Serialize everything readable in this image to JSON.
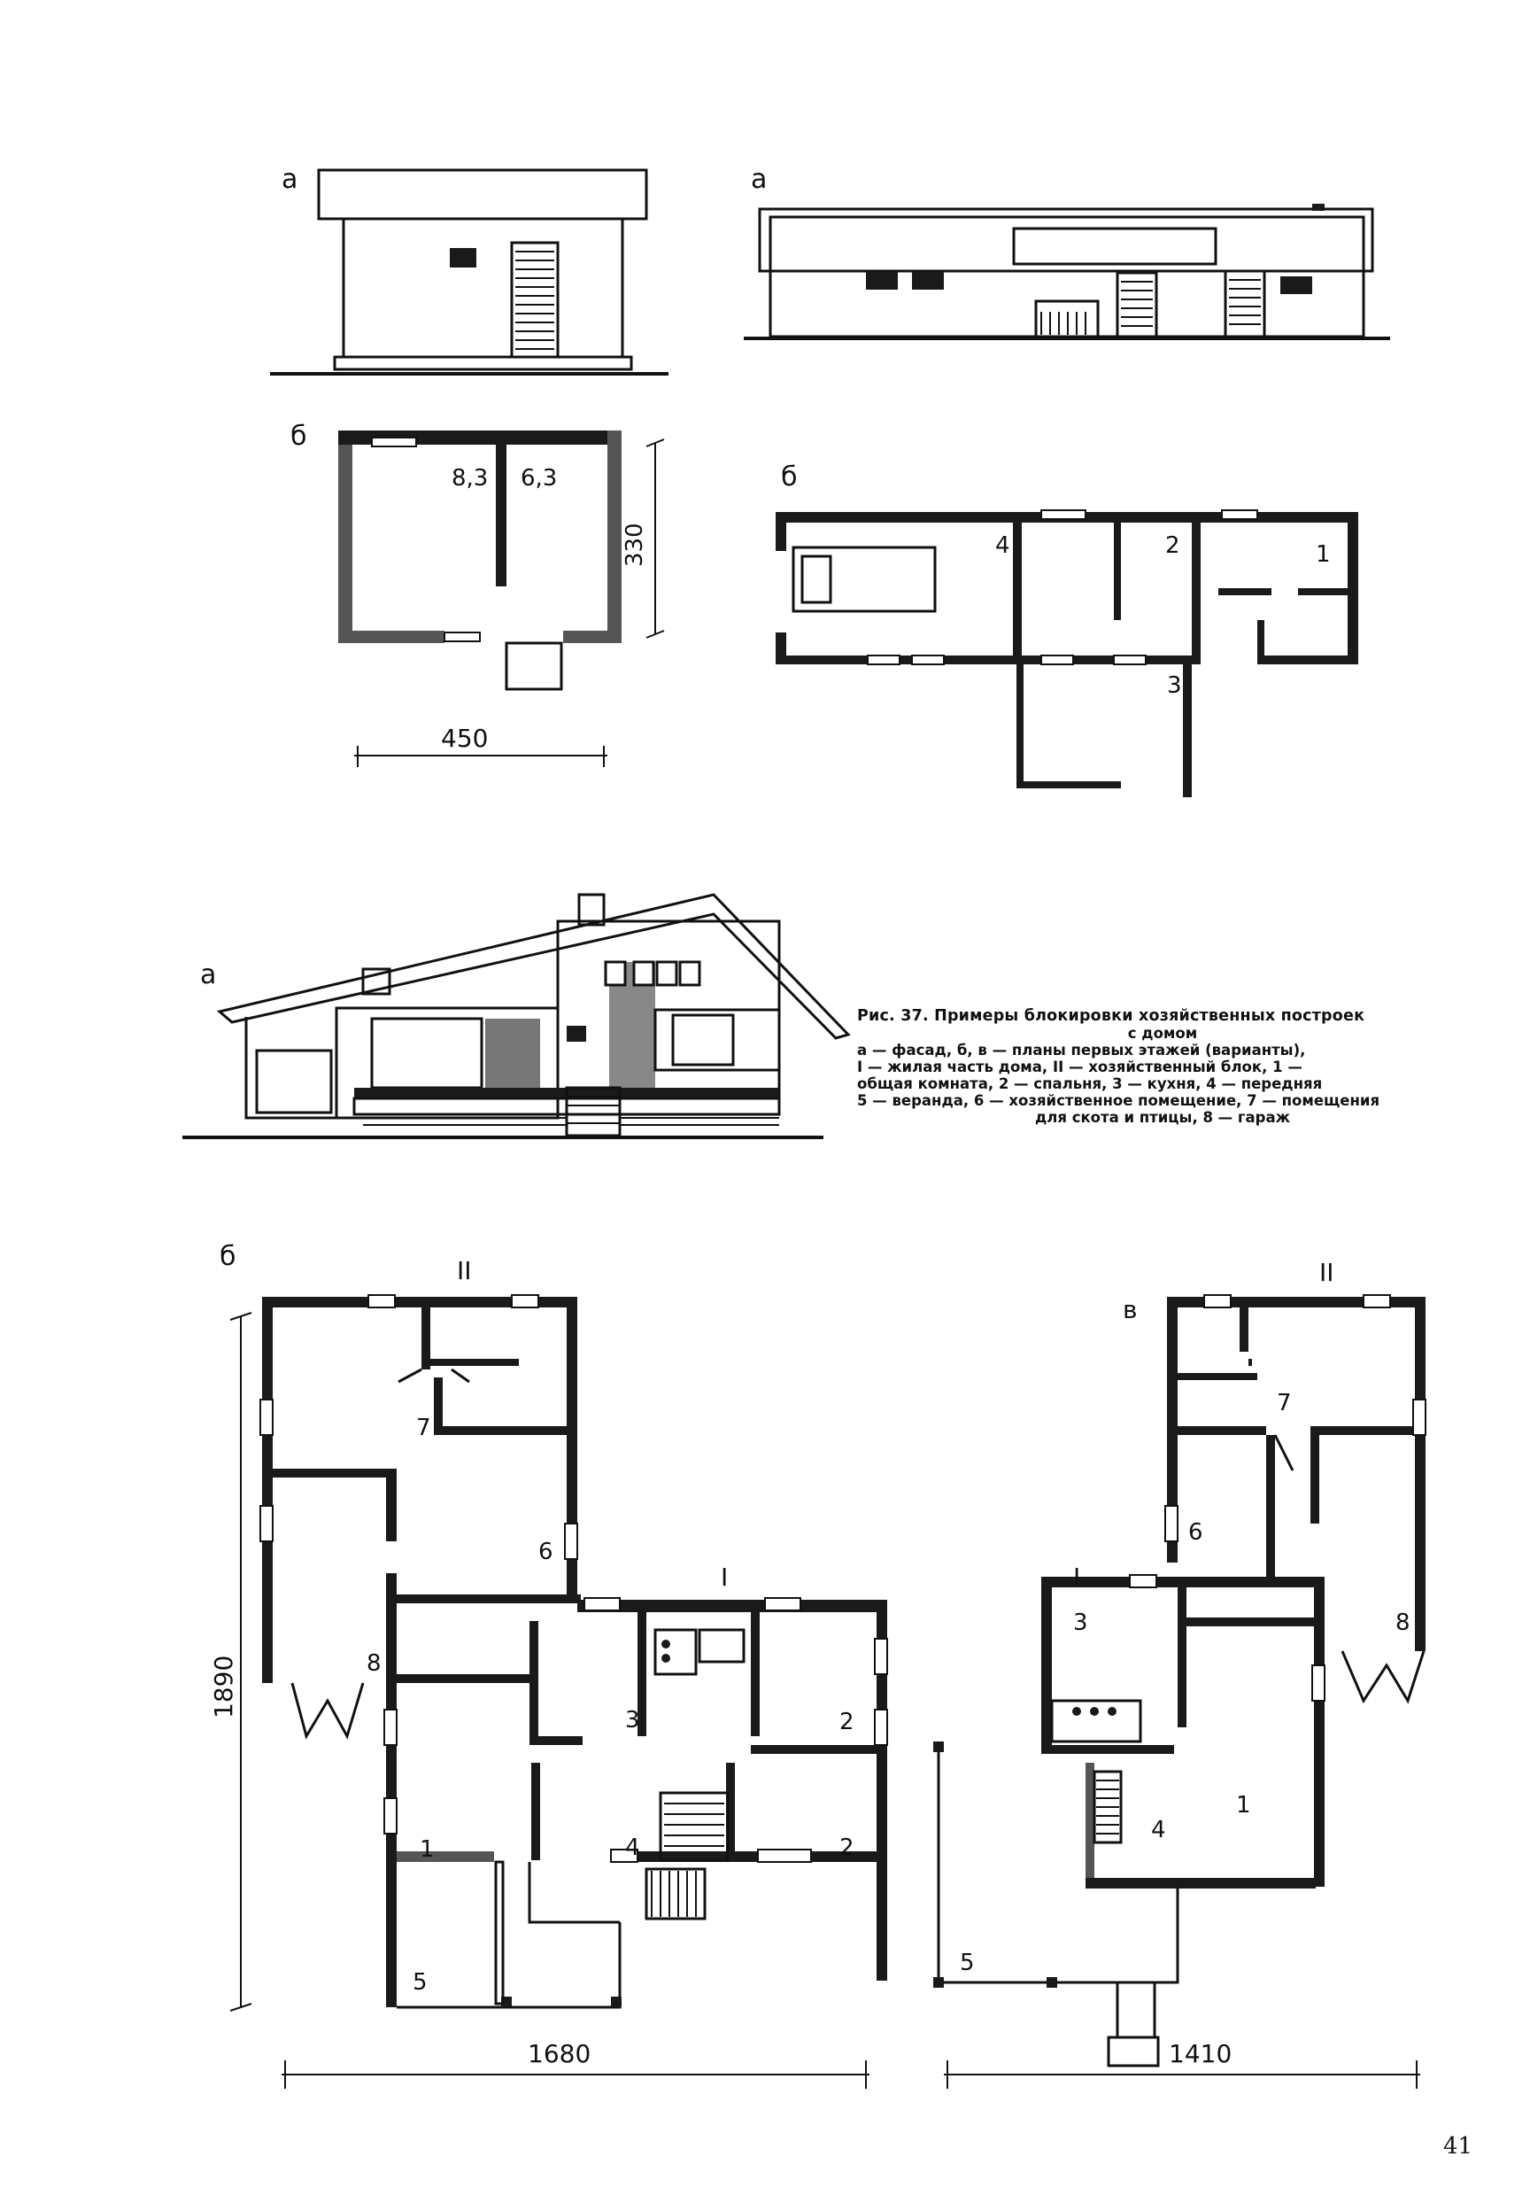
{
  "labels": {
    "elev1": "а",
    "elev2": "а",
    "plan1": "б",
    "plan2": "б",
    "elev3": "а",
    "plan3": "б",
    "plan4": "в"
  },
  "areas": {
    "room_left": "8,3",
    "room_right": "6,3"
  },
  "dimensions": {
    "small_depth": "330",
    "small_width": "450",
    "large_depth": "1890",
    "large_width_b": "1680",
    "large_width_v": "1410"
  },
  "room_numbers": {
    "plan2": [
      "4",
      "2",
      "1",
      "3"
    ],
    "plan_b": [
      "7",
      "6",
      "8",
      "3",
      "2",
      "1",
      "4",
      "2",
      "5"
    ],
    "plan_v": [
      "7",
      "6",
      "3",
      "8",
      "1",
      "4",
      "5"
    ]
  },
  "block_marks": {
    "b_outbuilding": "II",
    "b_house": "I",
    "v_outbuilding": "II",
    "v_house": "I"
  },
  "caption": {
    "title": "Рис. 37. Примеры блокировки хозяйственных построек",
    "subtitle": "с домом",
    "lines": [
      "а — фасад,  б,  в — планы  первых  этажей  (варианты),",
      "I — жилая  часть  дома,  II — хозяйственный  блок,  1 —",
      "общая  комната,  2 — спальня,  3 — кухня,  4 — передняя",
      "5 — веранда, 6 — хозяйственное помещение, 7 — помещения"
    ],
    "last": "для скота и птицы, 8 — гараж"
  },
  "page_number": "41"
}
